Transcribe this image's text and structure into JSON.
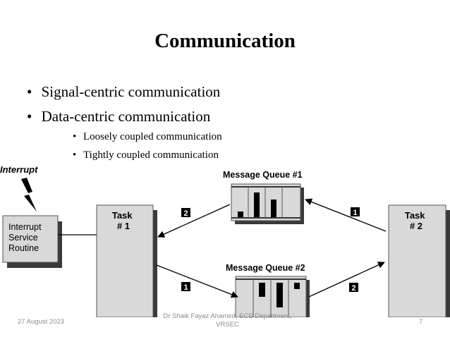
{
  "slide": {
    "title": "Communication",
    "bullets": [
      "Signal-centric communication",
      "Data-centric communication"
    ],
    "sub_bullets": [
      "Loosely coupled communication",
      "Tightly coupled communication"
    ]
  },
  "diagram": {
    "interrupt_label": "Interrupt",
    "isr_lines": [
      "Interrupt",
      "Service",
      "Routine"
    ],
    "task1_lines": [
      "Task",
      "# 1"
    ],
    "task2_lines": [
      "Task",
      "# 2"
    ],
    "queue1_label": "Message Queue #1",
    "queue2_label": "Message Queue #2",
    "step_labels": [
      "2",
      "1",
      "1",
      "2"
    ]
  },
  "footer": {
    "date": "27 August 2023",
    "author_line1": "Dr Shaik Fayaz Ahamed, ECE Department,",
    "author_line2": "VRSEC",
    "page_number": "7"
  },
  "colors": {
    "box_fill": "#d9d9d9",
    "shadow": "#3a3a3a",
    "footer_text": "#8c8c8c"
  }
}
